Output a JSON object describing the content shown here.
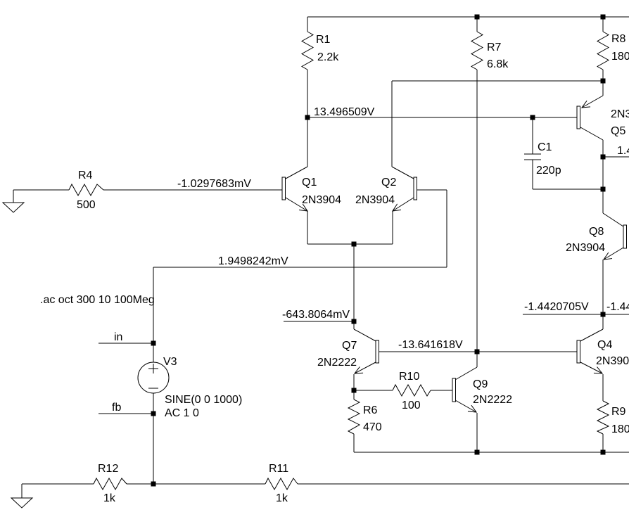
{
  "app": {
    "type": "circuit-schematic"
  },
  "components": {
    "R1": {
      "name": "R1",
      "value": "2.2k"
    },
    "R4": {
      "name": "R4",
      "value": "500"
    },
    "R6": {
      "name": "R6",
      "value": "470"
    },
    "R7": {
      "name": "R7",
      "value": "6.8k"
    },
    "R8": {
      "name": "R8",
      "value": "180"
    },
    "R9": {
      "name": "R9",
      "value": "180"
    },
    "R10": {
      "name": "R10",
      "value": "100"
    },
    "R11": {
      "name": "R11",
      "value": "1k"
    },
    "R12": {
      "name": "R12",
      "value": "1k"
    },
    "C1": {
      "name": "C1",
      "value": "220p"
    },
    "Q1": {
      "name": "Q1",
      "model": "2N3904"
    },
    "Q2": {
      "name": "Q2",
      "model": "2N3904"
    },
    "Q4": {
      "name": "Q4",
      "model": "2N390"
    },
    "Q5": {
      "name": "Q5",
      "model": "2N3"
    },
    "Q7": {
      "name": "Q7",
      "model": "2N2222"
    },
    "Q8": {
      "name": "Q8",
      "model": "2N3904"
    },
    "Q9": {
      "name": "Q9",
      "model": "2N2222"
    },
    "V3": {
      "name": "V3",
      "spec_sine": "SINE(0 0 1000)",
      "spec_ac": "AC 1 0"
    }
  },
  "net_labels": {
    "in": "in",
    "fb": "fb"
  },
  "node_voltages": {
    "n_top": "13.496509V",
    "n_q1_base": "-1.0297683mV",
    "n_q2_base": "1.9498242mV",
    "n_tail": "-643.8064mV",
    "n_vas": "-13.641618V",
    "n_out_left": "-1.4420705V",
    "n_out_right_clipped": "-1.44",
    "n_q5_col_clipped": "1.4"
  },
  "directives": {
    "ac_analysis": ".ac oct 300 10 100Meg"
  },
  "colors": {
    "wire": "#000000",
    "background": "#ffffff",
    "text": "#000000"
  }
}
